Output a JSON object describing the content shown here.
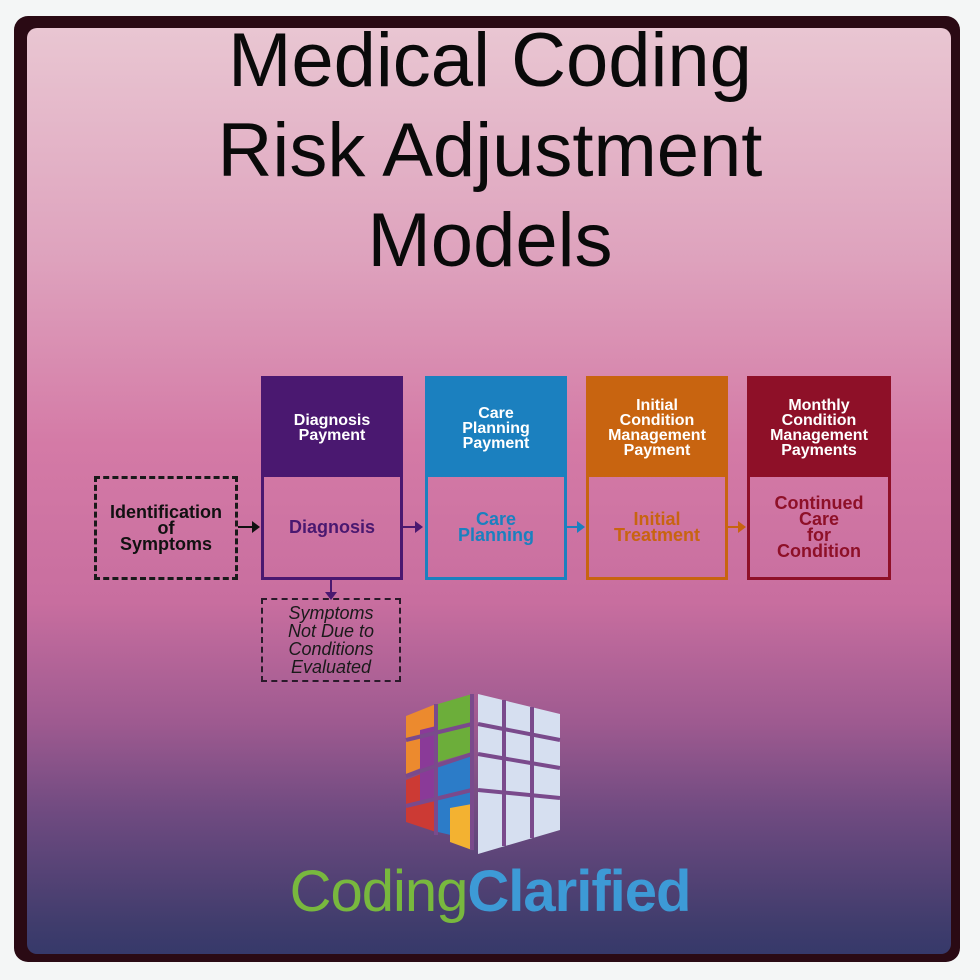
{
  "title": {
    "lines": [
      "Medical Coding",
      "Risk Adjustment",
      "Models"
    ]
  },
  "diagram": {
    "start_node": {
      "label_lines": [
        "Identification",
        "of",
        "Symptoms"
      ]
    },
    "stages": [
      {
        "payment_label_lines": [
          "Diagnosis",
          "Payment"
        ],
        "stage_label_lines": [
          "Diagnosis"
        ],
        "color": "#4a1870"
      },
      {
        "payment_label_lines": [
          "Care",
          "Planning",
          "Payment"
        ],
        "stage_label_lines": [
          "Care",
          "Planning"
        ],
        "color": "#1b80bf"
      },
      {
        "payment_label_lines": [
          "Initial",
          "Condition",
          "Management",
          "Payment"
        ],
        "stage_label_lines": [
          "Initial",
          "Treatment"
        ],
        "color": "#c86410"
      },
      {
        "payment_label_lines": [
          "Monthly",
          "Condition",
          "Management",
          "Payments"
        ],
        "stage_label_lines": [
          "Continued",
          "Care",
          "for",
          "Condition"
        ],
        "color": "#8e1028"
      }
    ],
    "side_node": {
      "label_lines": [
        "Symptoms",
        "Not Due to",
        "Conditions",
        "Evaluated"
      ]
    }
  },
  "logo": {
    "brand_part1": "Coding",
    "brand_part2": "Clarified",
    "colors": {
      "part1": "#78b83e",
      "part2": "#3d9ad6",
      "orange": "#ec8a2e",
      "green": "#6cae3a",
      "purple": "#8a3a98",
      "red": "#cc3a34",
      "blue": "#2c7cc8",
      "yellow": "#f3b231",
      "light": "#d6dff0"
    }
  }
}
